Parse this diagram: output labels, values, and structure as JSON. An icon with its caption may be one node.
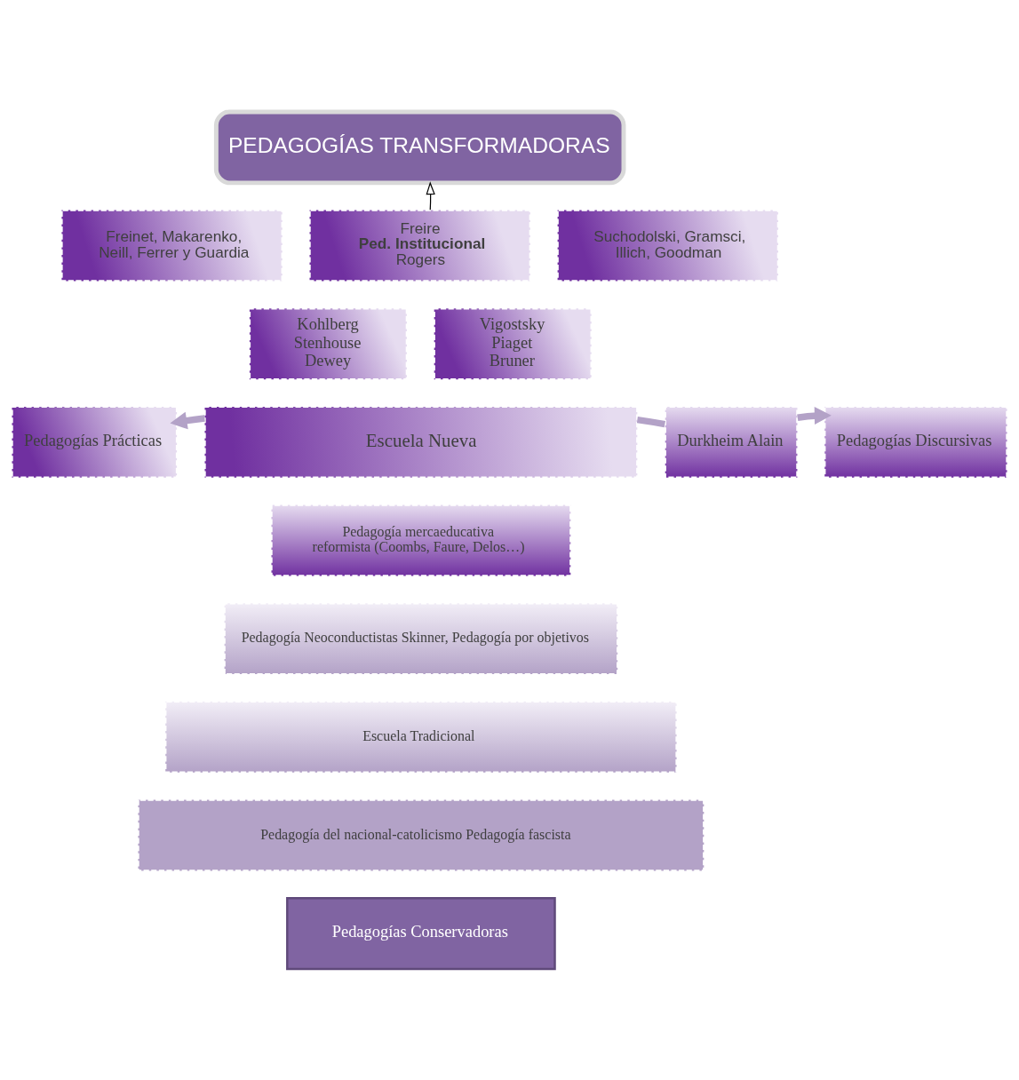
{
  "diagram": {
    "nodes": [
      {
        "text": [
          "PEDAGOGÍAS TRANSFORMADORAS"
        ]
      },
      {
        "text": [
          "Freinet, Makarenko, Neill, Ferrer y Guardia"
        ]
      },
      {
        "text": [
          "Freire",
          "Ped. Institucional",
          "Rogers"
        ]
      },
      {
        "text": [
          "Suchodolski, Gramsci, Illich, Goodman"
        ]
      },
      {
        "text": [
          "Kohlberg Stenhouse Dewey"
        ]
      },
      {
        "text": [
          "Vigostsky Piaget Bruner"
        ]
      },
      {
        "text": [
          "Pedagogías Prácticas"
        ]
      },
      {
        "text": [
          "Escuela Nueva"
        ]
      },
      {
        "text": [
          "Durkheim Alain"
        ]
      },
      {
        "text": [
          "Pedagogías Discursivas"
        ]
      },
      {
        "text": [
          "Pedagogía mercaeducativa reformista (Coombs, Faure, Delos…)"
        ]
      },
      {
        "text": [
          "Pedagogía Neoconductistas Skinner, Pedagogía por objetivos"
        ]
      },
      {
        "text": [
          "Escuela Tradicional"
        ]
      },
      {
        "text": [
          "Pedagogía del nacional-catolicismo Pedagogía fascista"
        ]
      },
      {
        "text": [
          "Pedagogías Conservadoras"
        ]
      }
    ],
    "edges": [
      {
        "from": 2,
        "to": 0,
        "arrow": "to",
        "color": "#000000"
      },
      {
        "from": 7,
        "to": 6,
        "arrow": "to"
      },
      {
        "from": 7,
        "to": 8,
        "arrow": "none"
      },
      {
        "from": 8,
        "to": 9,
        "arrow": "to"
      }
    ]
  }
}
